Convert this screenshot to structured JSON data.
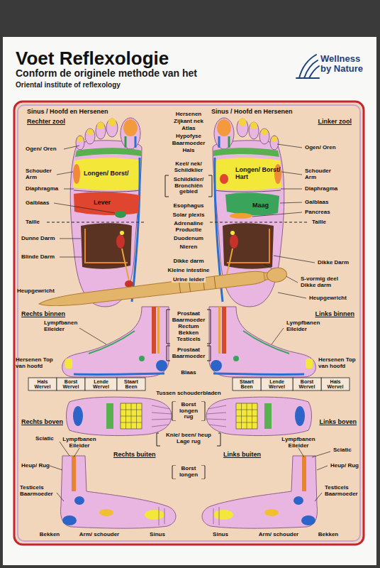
{
  "diagram": {
    "title": "Voet Reflexologie",
    "labels": [
      "Conform de originele methode van het",
      "Oriental institute of reflexology",
      "Wellness by Nature",
      "Sinus / Hoofd en Hersenen",
      "Rechter zool",
      "Hersenen",
      "Zijkant nek",
      "Atlas",
      "Hypofyse",
      "Baarmoeder",
      "Hals",
      "Sinus / Hoofd en Hersenen",
      "Linker zool",
      "Ogen/ Oren",
      "Ogen/ Oren",
      "Keel/ nek/ Schildklier",
      "Schildklier/ Bronchiën gebied",
      "Longen/ Borst/",
      "Schouder Arm",
      "Longen/ Borst/ Hart",
      "Schouder Arm",
      "Diaphragma",
      "Diaphragma",
      "Lever",
      "Maag",
      "Galblaas",
      "Galblaas",
      "Esophagus",
      "Pancreas",
      "Taille",
      "Taille",
      "Solar plexis",
      "Adrenaline Productie",
      "Duodenum",
      "Nieren",
      "Dunne Darm",
      "Blinde Darm",
      "Dikke Darm",
      "Dikke darm",
      "Kleine intestine",
      "Urine leider",
      "S-vormig deel Dikke darm",
      "Heupgewricht",
      "Heupgewricht",
      "Rechts binnen",
      "Links binnen",
      "Prostaat",
      "Baarmoeder",
      "Rectum",
      "Bekken",
      "Testicels",
      "Lympfbanen Eileider",
      "Lympfbanen Eileider",
      "Prostaat",
      "Baarmoeder",
      "Hersenen Top van hoofd",
      "Hersenen Top van hoofd",
      "Blaas",
      "Hals Wervel",
      "Borst Wervel",
      "Lende Wervel",
      "Staart Been",
      "Staart Been",
      "Lende Wervel",
      "Borst Wervel",
      "Hals Wervel",
      "Tussen schouderbladen",
      "Borst longen rug",
      "Rechts boven",
      "Links boven",
      "Sciatic",
      "Lympfbanen Eileider",
      "Knie/ been/ heup Lage rug",
      "Lympfbanen Eileider",
      "Sciatic",
      "Rechts buiten",
      "Links buiten",
      "Heup/ Rug",
      "Heup/ Rug",
      "Borst longen",
      "Testicels Baarmoeder",
      "Testicels Baarmoeder",
      "Bekken",
      "Arm/ schouder",
      "Sinus",
      "Sinus",
      "Arm/ schouder",
      "Bekken"
    ]
  }
}
